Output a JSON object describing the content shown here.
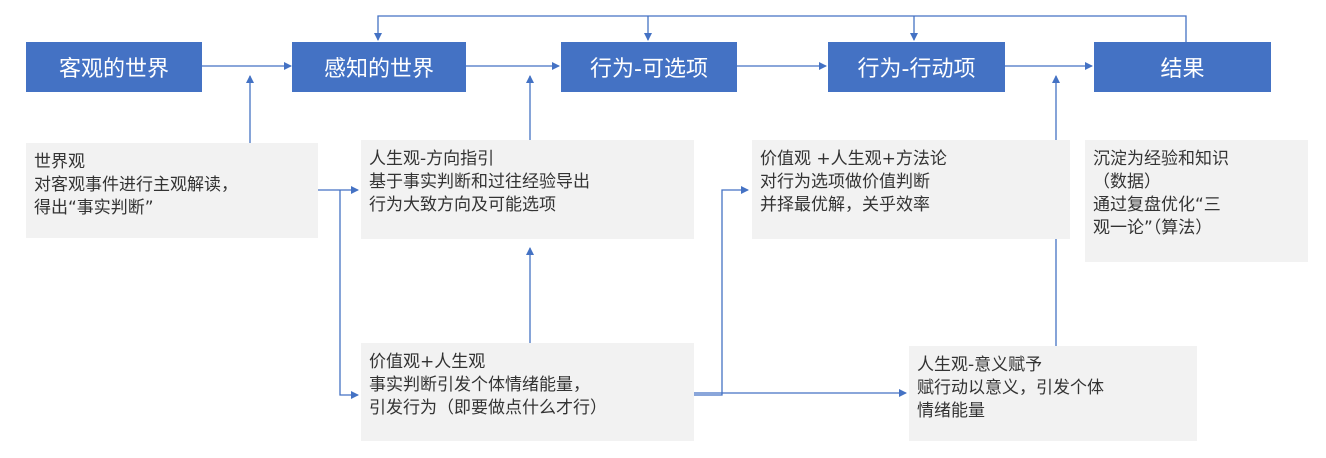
{
  "colors": {
    "box_fill": "#4472c4",
    "box_text": "#ffffff",
    "note_fill": "#f2f2f2",
    "note_text": "#333333",
    "connector": "#4472c4"
  },
  "flow": {
    "objective_world": "客观的世界",
    "perceived_world": "感知的世界",
    "behavior_options": "行为-可选项",
    "behavior_actions": "行为-行动项",
    "result": "结果"
  },
  "notes": {
    "worldview": [
      "世界观",
      "对客观事件进行主观解读，",
      "得出“事实判断”"
    ],
    "life_direction": [
      "人生观-方向指引",
      "基于事实判断和过往经验导出",
      "行为大致方向及可能选项"
    ],
    "values_method": [
      "价值观 +人生观+方法论",
      "对行为选项做价值判断",
      "并择最优解，关乎效率"
    ],
    "experience": [
      "沉淀为经验和知识",
      "（数据）",
      "通过复盘优化“三",
      "观一论”（算法）"
    ],
    "emotion_energy": [
      "价值观+人生观",
      "事实判断引发个体情绪能量，",
      "引发行为（即要做点什么才行）"
    ],
    "meaning": [
      "人生观-意义赋予",
      "赋行动以意义，引发个体",
      "情绪能量"
    ]
  }
}
